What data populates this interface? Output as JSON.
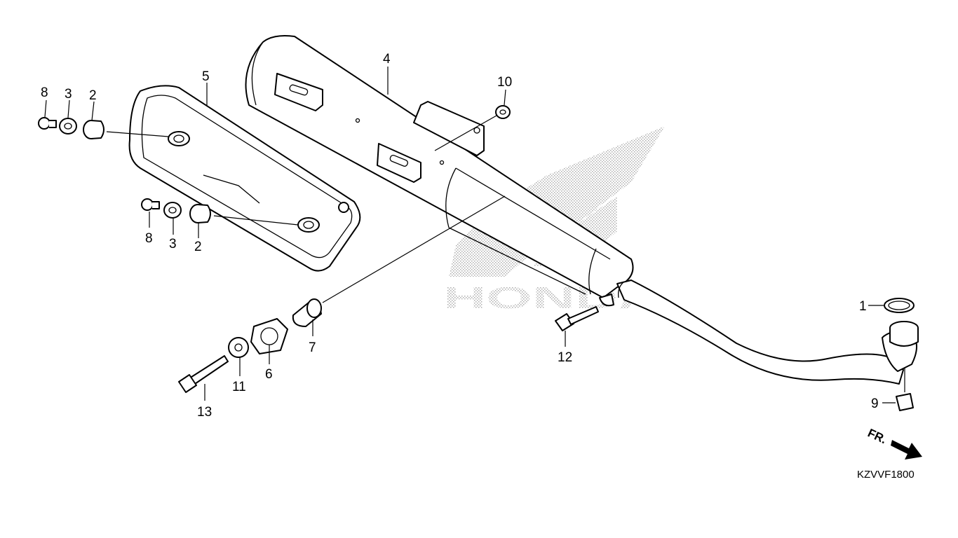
{
  "diagram": {
    "watermark_text": "HONDA",
    "watermark_color": "#b0b0b0",
    "callouts": {
      "c1": "1",
      "c2a": "2",
      "c2b": "2",
      "c3a": "3",
      "c3b": "3",
      "c4": "4",
      "c5": "5",
      "c6": "6",
      "c7": "7",
      "c8a": "8",
      "c8b": "8",
      "c9": "9",
      "c10": "10",
      "c11": "11",
      "c12": "12",
      "c13": "13"
    },
    "direction_label": "FR.",
    "diagram_code": "KZVVF1800"
  }
}
